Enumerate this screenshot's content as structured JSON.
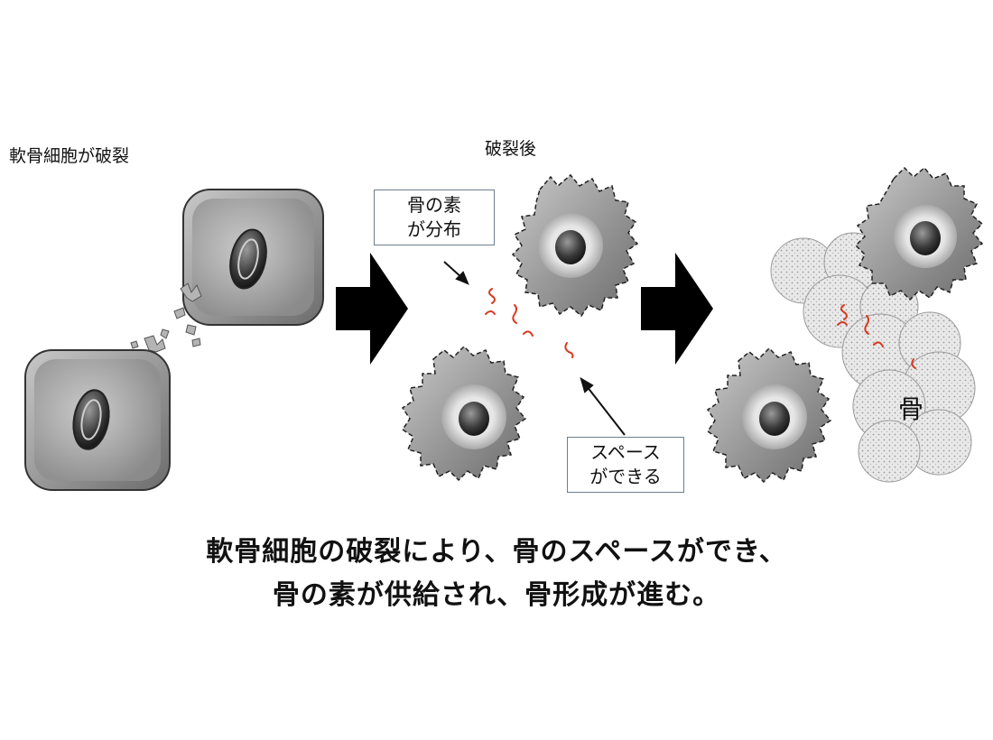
{
  "stage1": {
    "label": "軟骨細胞が破裂"
  },
  "stage2": {
    "label": "破裂後"
  },
  "callouts": {
    "bone_material": [
      "骨の素",
      "が分布"
    ],
    "space": [
      "スペース",
      "ができる"
    ]
  },
  "bone_label": "骨",
  "caption": {
    "line1": "軟骨細胞の破裂により、骨のスペースができ、",
    "line2": "骨の素が供給され、骨形成が進む。"
  },
  "colors": {
    "arrow": "#000000",
    "fragment": "#d8391f",
    "callout_border": "#6e7d8c"
  }
}
